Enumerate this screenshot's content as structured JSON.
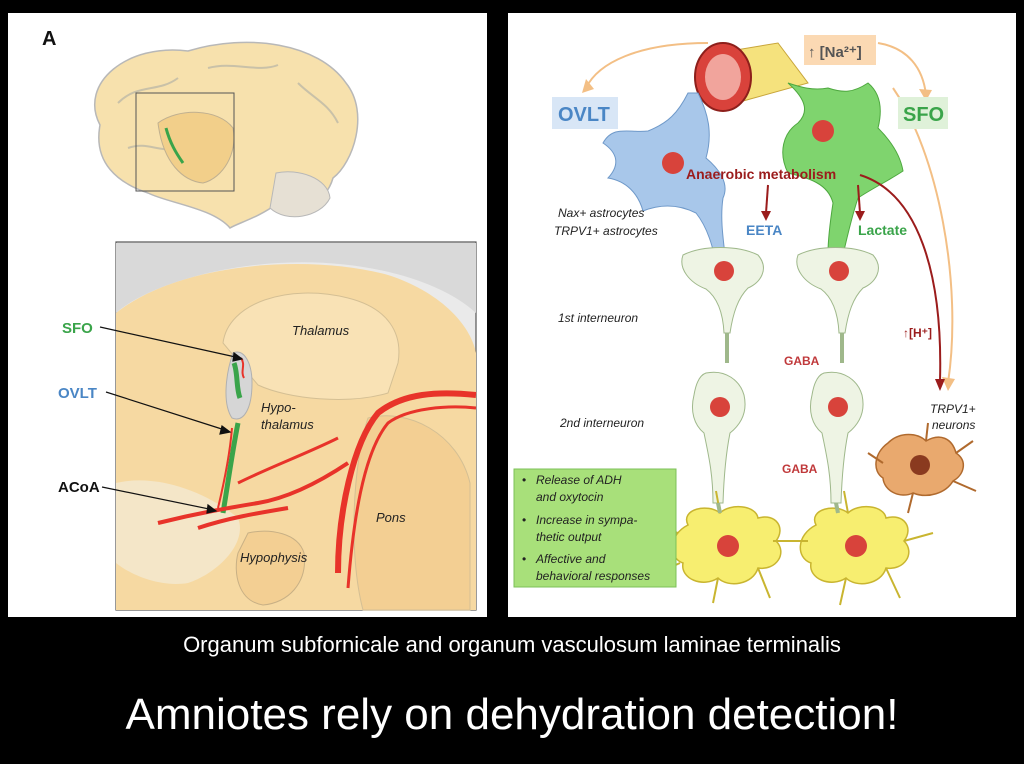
{
  "left_panel": {
    "panel_letter": "A",
    "labels": {
      "sfo": "SFO",
      "ovlt": "OVLT",
      "acoa": "ACoA",
      "thalamus": "Thalamus",
      "hypothalamus_1": "Hypo-",
      "hypothalamus_2": "thalamus",
      "pons": "Pons",
      "hypophysis": "Hypophysis"
    }
  },
  "right_panel": {
    "sodium": "↑ [Na²⁺]",
    "ovlt": "OVLT",
    "sfo": "SFO",
    "anaerobic": "Anaerobic metabolism",
    "eeta": "EETA",
    "lactate": "Lactate",
    "astrocytes_1": "Nax+  astrocytes",
    "astrocytes_2": "TRPV1+ astrocytes",
    "interneuron_1": "1st interneuron",
    "interneuron_2": "2nd interneuron",
    "gaba_1": "GABA",
    "gaba_2": "GABA",
    "protons": "↑[H⁺]",
    "trpv1_1": "TRPV1+",
    "trpv1_2": "neurons",
    "outcomes": [
      "Release of ADH",
      "and oxytocin",
      "Increase in sympa-",
      "thetic output",
      "Affective and",
      "behavioral responses"
    ]
  },
  "caption": "Organum subfornicale and organum vasculosum laminae terminalis",
  "headline": "Amniotes rely on dehydration detection!",
  "colors": {
    "tissue": "#f6d9a2",
    "sfo_green": "#3aa44a",
    "ovlt_blue": "#4a86c5",
    "vessel_red": "#e8332a",
    "arrow_dark_red": "#9b1c1c",
    "outcome_box": "#a8e07a",
    "neuron_yellow": "#f7ee70"
  }
}
